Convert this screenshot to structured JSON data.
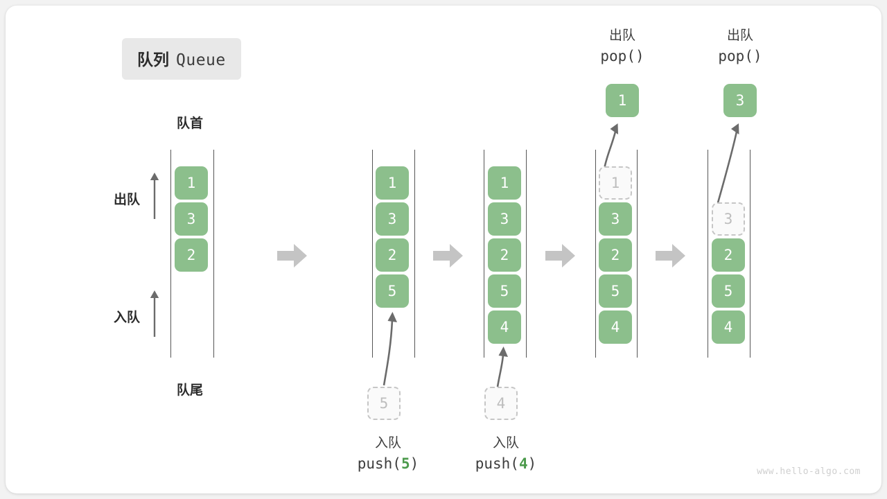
{
  "title": {
    "cn": "队列",
    "en": "Queue"
  },
  "labels": {
    "front": "队首",
    "rear": "队尾",
    "dequeue": "出队",
    "enqueue": "入队"
  },
  "watermark": "www.hello-algo.com",
  "colors": {
    "cell_fill": "#8cbf8c",
    "cell_text": "#ffffff",
    "ghost_border": "#c6c6c6",
    "ghost_text": "#bdbdbd",
    "rail": "#555555",
    "step_arrow": "#c4c4c4",
    "motion_arrow": "#6b6b6b",
    "badge_bg": "#e8e8e8",
    "accent_number": "#4c9a4c",
    "watermark": "#cfcfcf"
  },
  "steps": [
    {
      "id": "initial",
      "caption_top": null,
      "caption_bottom": null,
      "cells": [
        {
          "value": "1",
          "state": "filled"
        },
        {
          "value": "3",
          "state": "filled"
        },
        {
          "value": "2",
          "state": "filled"
        }
      ],
      "popped": null,
      "incoming": null
    },
    {
      "id": "push-5",
      "caption_top": null,
      "caption_bottom": {
        "line1": "入队",
        "op": "push(",
        "num": "5",
        "close": ")"
      },
      "cells": [
        {
          "value": "1",
          "state": "filled"
        },
        {
          "value": "3",
          "state": "filled"
        },
        {
          "value": "2",
          "state": "filled"
        },
        {
          "value": "5",
          "state": "filled"
        }
      ],
      "popped": null,
      "incoming": {
        "value": "5",
        "state": "ghost"
      }
    },
    {
      "id": "push-4",
      "caption_top": null,
      "caption_bottom": {
        "line1": "入队",
        "op": "push(",
        "num": "4",
        "close": ")"
      },
      "cells": [
        {
          "value": "1",
          "state": "filled"
        },
        {
          "value": "3",
          "state": "filled"
        },
        {
          "value": "2",
          "state": "filled"
        },
        {
          "value": "5",
          "state": "filled"
        },
        {
          "value": "4",
          "state": "filled"
        }
      ],
      "popped": null,
      "incoming": {
        "value": "4",
        "state": "ghost"
      }
    },
    {
      "id": "pop-1",
      "caption_top": {
        "line1": "出队",
        "line2": "pop()"
      },
      "caption_bottom": null,
      "cells": [
        {
          "value": "1",
          "state": "ghost"
        },
        {
          "value": "3",
          "state": "filled"
        },
        {
          "value": "2",
          "state": "filled"
        },
        {
          "value": "5",
          "state": "filled"
        },
        {
          "value": "4",
          "state": "filled"
        }
      ],
      "popped": {
        "value": "1",
        "state": "filled"
      },
      "incoming": null
    },
    {
      "id": "pop-3",
      "caption_top": {
        "line1": "出队",
        "line2": "pop()"
      },
      "caption_bottom": null,
      "cells": [
        {
          "value": "",
          "state": "empty"
        },
        {
          "value": "3",
          "state": "ghost"
        },
        {
          "value": "2",
          "state": "filled"
        },
        {
          "value": "5",
          "state": "filled"
        },
        {
          "value": "4",
          "state": "filled"
        }
      ],
      "popped": {
        "value": "3",
        "state": "filled"
      },
      "incoming": null
    }
  ]
}
